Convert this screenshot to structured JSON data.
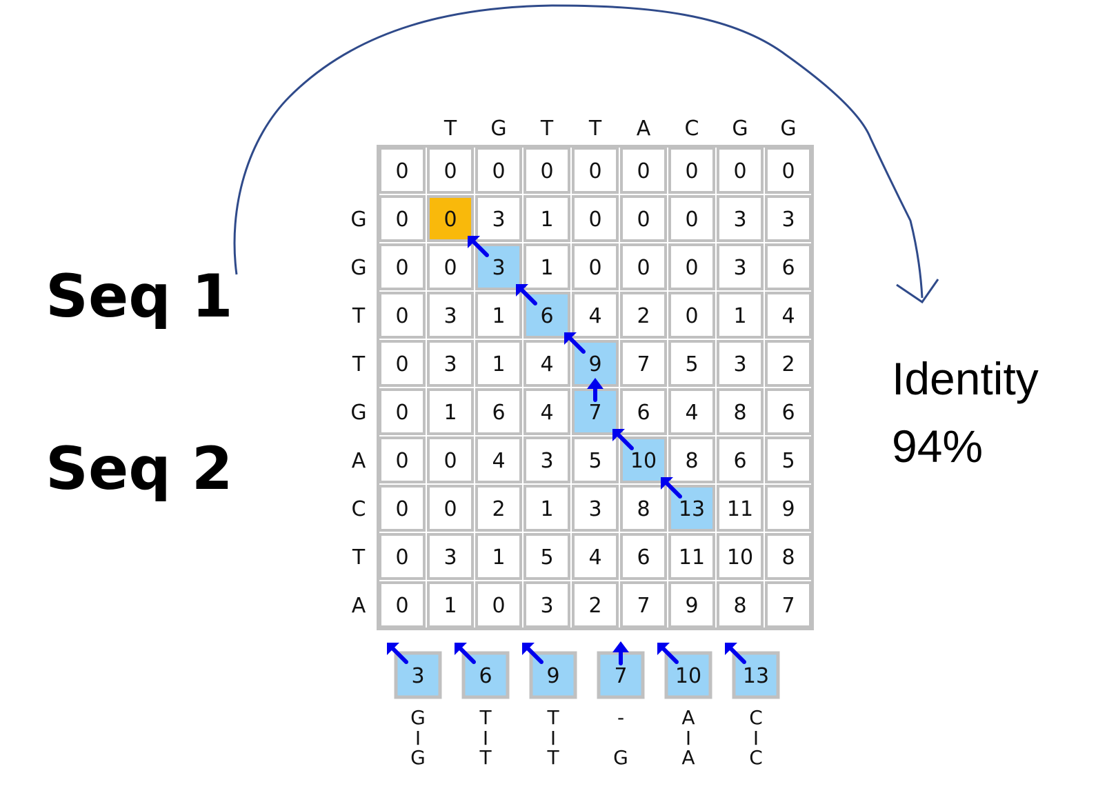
{
  "labels": {
    "seq1": "Seq 1",
    "seq2": "Seq 2",
    "identity_title": "Identity",
    "identity_value": "94%"
  },
  "matrix": {
    "column_letters": [
      "",
      "T",
      "G",
      "T",
      "T",
      "A",
      "C",
      "G",
      "G"
    ],
    "row_letters": [
      "",
      "G",
      "G",
      "T",
      "T",
      "G",
      "A",
      "C",
      "T",
      "A"
    ],
    "scores": [
      [
        0,
        0,
        0,
        0,
        0,
        0,
        0,
        0,
        0
      ],
      [
        0,
        0,
        3,
        1,
        0,
        0,
        0,
        3,
        3
      ],
      [
        0,
        0,
        3,
        1,
        0,
        0,
        0,
        3,
        6
      ],
      [
        0,
        3,
        1,
        6,
        4,
        2,
        0,
        1,
        4
      ],
      [
        0,
        3,
        1,
        4,
        9,
        7,
        5,
        3,
        2
      ],
      [
        0,
        1,
        6,
        4,
        7,
        6,
        4,
        8,
        6
      ],
      [
        0,
        0,
        4,
        3,
        5,
        10,
        8,
        6,
        5
      ],
      [
        0,
        0,
        2,
        1,
        3,
        8,
        13,
        11,
        9
      ],
      [
        0,
        3,
        1,
        5,
        4,
        6,
        11,
        10,
        8
      ],
      [
        0,
        1,
        0,
        3,
        2,
        7,
        9,
        8,
        7
      ]
    ],
    "start_cell": {
      "row": 1,
      "col": 1
    },
    "path_cells": [
      {
        "row": 2,
        "col": 2,
        "arrow": "diagonal"
      },
      {
        "row": 3,
        "col": 3,
        "arrow": "diagonal"
      },
      {
        "row": 4,
        "col": 4,
        "arrow": "diagonal"
      },
      {
        "row": 5,
        "col": 4,
        "arrow": "up"
      },
      {
        "row": 6,
        "col": 5,
        "arrow": "diagonal"
      },
      {
        "row": 7,
        "col": 6,
        "arrow": "diagonal"
      }
    ]
  },
  "alignment": {
    "boxes": [
      {
        "score": "3",
        "arrow": "diagonal",
        "top": "G",
        "bar": "I",
        "bottom": "G"
      },
      {
        "score": "6",
        "arrow": "diagonal",
        "top": "T",
        "bar": "I",
        "bottom": "T"
      },
      {
        "score": "9",
        "arrow": "diagonal",
        "top": "T",
        "bar": "I",
        "bottom": "T"
      },
      {
        "score": "7",
        "arrow": "up",
        "top": "-",
        "bar": "",
        "bottom": "G"
      },
      {
        "score": "10",
        "arrow": "diagonal",
        "top": "A",
        "bar": "I",
        "bottom": "A"
      },
      {
        "score": "13",
        "arrow": "diagonal",
        "top": "C",
        "bar": "I",
        "bottom": "C"
      }
    ]
  },
  "colors": {
    "grid_border": "#c0c0c0",
    "path_fill": "#99d3f7",
    "start_fill": "#f9b90b",
    "arrow": "#0000ee",
    "curve": "#2f4a8a"
  }
}
